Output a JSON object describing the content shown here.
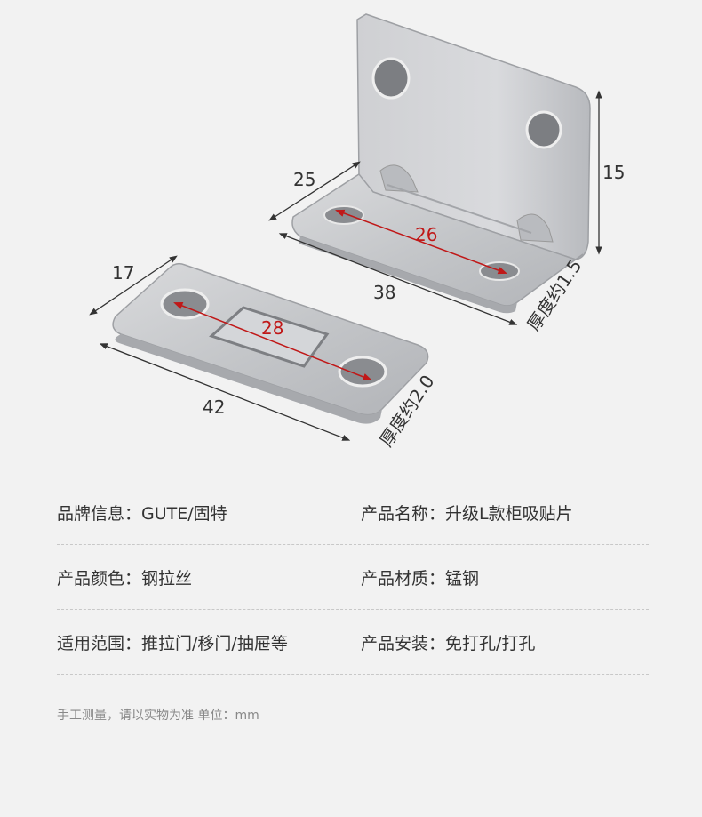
{
  "dimensions": {
    "upper_depth": "25",
    "upper_height": "15",
    "upper_length": "38",
    "upper_hole_spacing": "26",
    "upper_thickness": "厚度约1.5",
    "lower_width": "17",
    "lower_length": "42",
    "lower_hole_spacing": "28",
    "lower_thickness": "厚度约2.0"
  },
  "specs": [
    [
      {
        "label": "品牌信息：",
        "value": "GUTE/固特"
      },
      {
        "label": "产品名称：",
        "value": "升级L款柜吸贴片"
      }
    ],
    [
      {
        "label": "产品颜色：",
        "value": "钢拉丝"
      },
      {
        "label": "产品材质：",
        "value": "锰钢"
      }
    ],
    [
      {
        "label": "适用范围：",
        "value": "推拉门/移门/抽屉等"
      },
      {
        "label": "产品安装：",
        "value": "免打孔/打孔"
      }
    ]
  ],
  "note": "手工测量，请以实物为准 单位：mm",
  "colors": {
    "background": "#f2f2f2",
    "measure_red": "#c01818",
    "text": "#333333"
  }
}
